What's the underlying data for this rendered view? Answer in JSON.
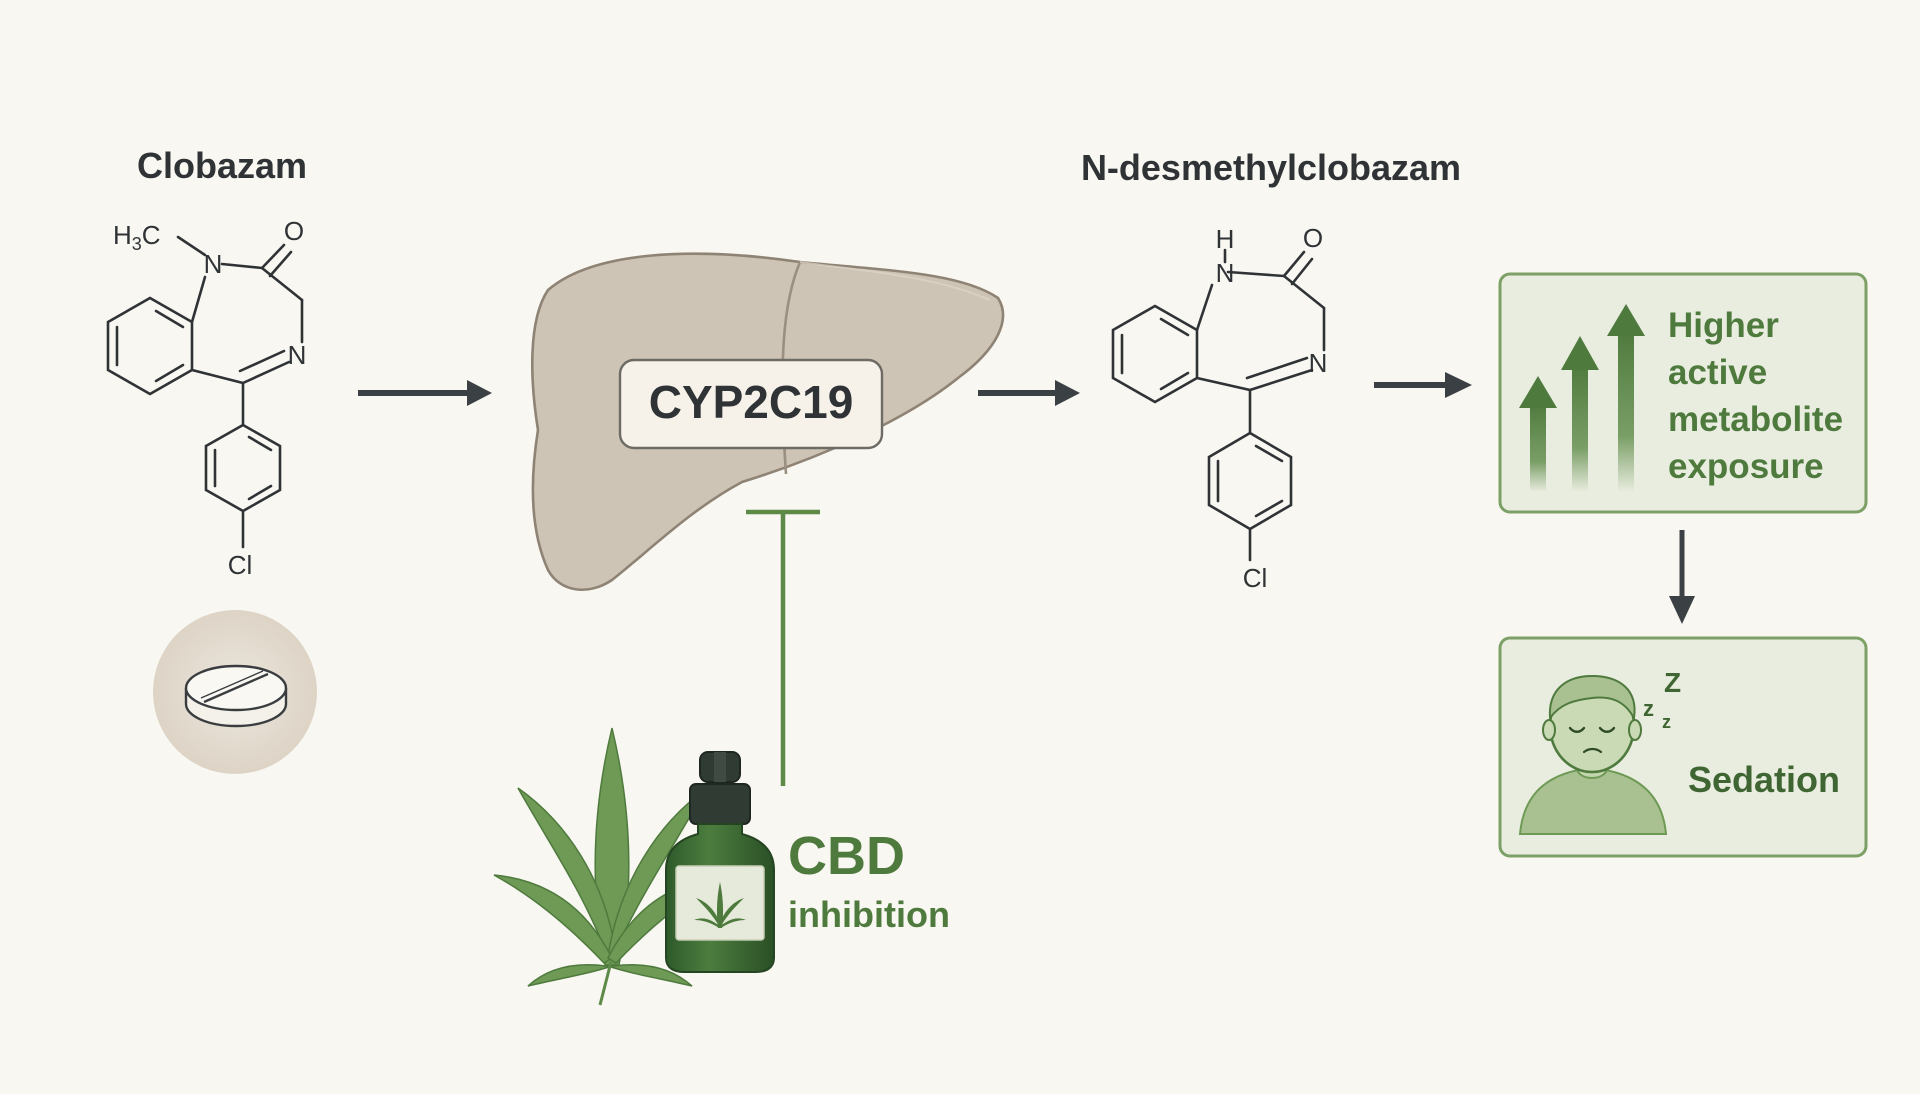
{
  "drug": {
    "name": "Clobazam",
    "atoms": {
      "methyl": "H",
      "methyl_sub": "3",
      "methyl_c": "C",
      "n1": "N",
      "o": "O",
      "n2": "N",
      "cl": "Cl"
    }
  },
  "enzyme": {
    "label": "CYP2C19"
  },
  "metabolite": {
    "name": "N-desmethylclobazam",
    "atoms": {
      "h": "H",
      "n1": "N",
      "o": "O",
      "n2": "N",
      "cl": "Cl"
    }
  },
  "inhibitor": {
    "title": "CBD",
    "subtitle": "inhibition"
  },
  "outcome": {
    "exposure_lines": [
      "Higher",
      "active",
      "metabolite",
      "exposure"
    ],
    "effect": "Sedation",
    "sleep_glyphs": [
      "Z",
      "z",
      "z"
    ]
  },
  "colors": {
    "background": "#f8f7f1",
    "ink": "#2f3336",
    "arrow": "#3b4045",
    "liver": "#cec4b6",
    "liver_stroke": "#8e8374",
    "green": "#4f7a3e",
    "green_dark": "#3f6632",
    "box_fill": "#e9eddf",
    "box_stroke": "#7da066"
  }
}
